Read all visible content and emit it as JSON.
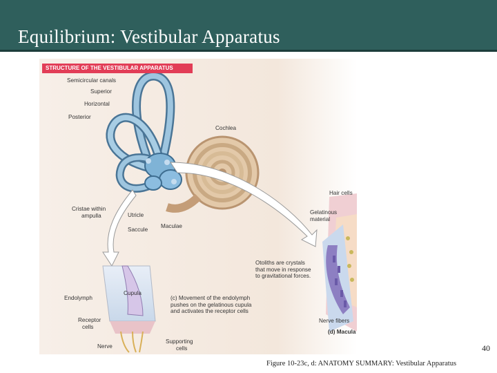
{
  "slide": {
    "title": "Equilibrium: Vestibular Apparatus",
    "page_number": "40",
    "caption": "Figure 10-23c, d: ANATOMY SUMMARY: Vestibular Apparatus"
  },
  "figure": {
    "header": "STRUCTURE OF THE VESTIBULAR APPARATUS",
    "labels": {
      "semicircular_canals": "Semicircular canals",
      "superior": "Superior",
      "horizontal": "Horizontal",
      "posterior": "Posterior",
      "cochlea": "Cochlea",
      "cristae_line1": "Cristae within",
      "cristae_line2": "ampulla",
      "utricle": "Utricle",
      "saccule": "Saccule",
      "maculae": "Maculae",
      "hair_cells": "Hair cells",
      "gelatinous_line1": "Gelatinous",
      "gelatinous_line2": "material",
      "otoliths_line1": "Otoliths are crystals",
      "otoliths_line2": "that move in response",
      "otoliths_line3": "to gravitational forces.",
      "endolymph": "Endolymph",
      "cupula": "Cupula",
      "c_line1": "(c) Movement of the endolymph",
      "c_line2": "pushes on the gelatinous cupula",
      "c_line3": "and activates the receptor cells",
      "receptor_line1": "Receptor",
      "receptor_line2": "cells",
      "nerve": "Nerve",
      "supporting_line1": "Supporting",
      "supporting_line2": "cells",
      "nerve_fibers": "Nerve fibers",
      "d_macula": "(d) Macula"
    }
  }
}
